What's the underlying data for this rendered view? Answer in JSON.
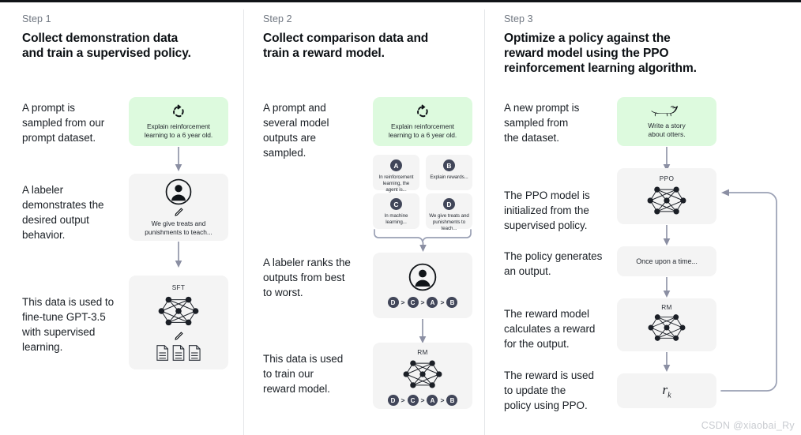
{
  "columns": [
    {
      "step_label": "Step 1",
      "title": "Collect demonstration data\nand train a supervised policy.",
      "descriptions": [
        "A prompt is\nsampled from our\nprompt dataset.",
        "A labeler\ndemonstrates the\ndesired output\nbehavior.",
        "This data is used to\nfine-tune GPT-3.5\nwith supervised\nlearning."
      ],
      "nodes": [
        {
          "kind": "prompt",
          "icon": "refresh-icon",
          "text": "Explain reinforcement\nlearning to a 6 year old."
        },
        {
          "kind": "labeler",
          "icon": "person-icon",
          "text": "We give treats and\npunishments to teach..."
        },
        {
          "kind": "model",
          "title": "SFT",
          "icon": "neural-net-icon"
        }
      ]
    },
    {
      "step_label": "Step 2",
      "title": "Collect comparison data and\ntrain a reward model.",
      "descriptions": [
        "A prompt and\nseveral model\noutputs are\nsampled.",
        "A labeler ranks the\noutputs from best\nto worst.",
        "This data is used\nto train our\nreward model."
      ],
      "nodes": [
        {
          "kind": "prompt",
          "icon": "refresh-icon",
          "text": "Explain reinforcement\nlearning to a 6 year old."
        },
        {
          "kind": "options"
        },
        {
          "kind": "labeler-rank",
          "icon": "person-icon"
        },
        {
          "kind": "model-rank",
          "title": "RM",
          "icon": "neural-net-icon"
        }
      ],
      "options": [
        {
          "badge": "A",
          "text": "In reinforcement\nlearning, the\nagent is..."
        },
        {
          "badge": "B",
          "text": "Explain rewards..."
        },
        {
          "badge": "C",
          "text": "In machine\nlearning..."
        },
        {
          "badge": "D",
          "text": "We give treats and\npunishments to\nteach..."
        }
      ],
      "ranking": [
        "D",
        "C",
        "A",
        "B"
      ],
      "rank_separator": ">"
    },
    {
      "step_label": "Step 3",
      "title": "Optimize a policy against the\nreward model using the PPO\nreinforcement learning algorithm.",
      "descriptions": [
        "A new prompt is\nsampled from\nthe dataset.",
        "The PPO model is\ninitialized from the\nsupervised policy.",
        "The policy generates\nan output.",
        "The reward model\ncalculates a reward\nfor the output.",
        "The reward is used\nto update the\npolicy using PPO."
      ],
      "nodes": [
        {
          "kind": "prompt",
          "icon": "otter-icon",
          "text": "Write a story\nabout otters."
        },
        {
          "kind": "model",
          "title": "PPO",
          "icon": "neural-net-icon"
        },
        {
          "kind": "output",
          "text": "Once upon a time..."
        },
        {
          "kind": "model",
          "title": "RM",
          "icon": "neural-net-icon"
        },
        {
          "kind": "reward",
          "symbol": "r",
          "subscript": "k"
        }
      ]
    }
  ],
  "watermark": "CSDN @xiaobai_Ry",
  "colors": {
    "green_box": "#ddfade",
    "gray_box": "#f4f4f4",
    "badge": "#414659",
    "arrow": "#8b8fa3",
    "divider": "#e4e6e8",
    "text": "#14181f",
    "muted": "#6f7680"
  }
}
